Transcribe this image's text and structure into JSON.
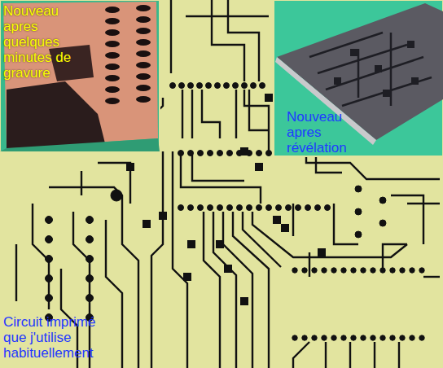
{
  "diagram": {
    "labels": [
      "Nouveau apres quelques minutes de gravure",
      "Nouveau apres révélation",
      "Circuit imprimé que j'utilise habituellement"
    ]
  }
}
